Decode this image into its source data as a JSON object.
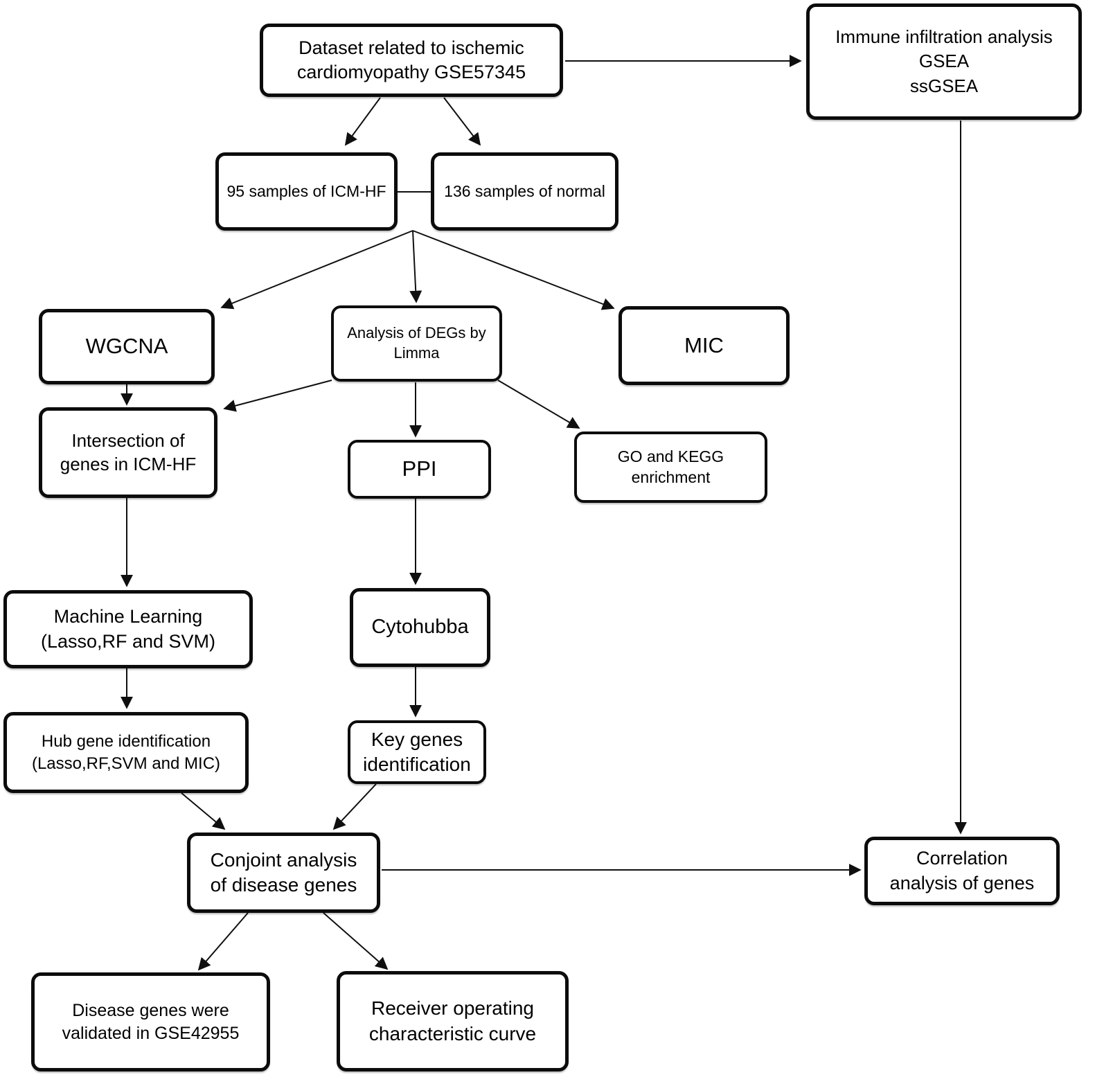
{
  "diagram_type": "flowchart",
  "colors": {
    "background": "#ffffff",
    "box_border": "#0c0c0c",
    "box_fill": "#ffffff",
    "text": "#000000",
    "arrow": "#0f0f0f"
  },
  "nodes": {
    "dataset": {
      "label": "Dataset related to ischemic\ncardiomyopathy GSE57345"
    },
    "immune": {
      "label": "Immune infiltration analysis\nGSEA\nssGSEA"
    },
    "icm_samples": {
      "label": "95 samples of ICM-HF"
    },
    "normal_samples": {
      "label": "136 samples of normal"
    },
    "wgcna": {
      "label": "WGCNA"
    },
    "degs": {
      "label": "Analysis of DEGs by\nLimma"
    },
    "mic": {
      "label": "MIC"
    },
    "intersection": {
      "label": "Intersection of\ngenes in ICM-HF"
    },
    "ppi": {
      "label": "PPI"
    },
    "go_kegg": {
      "label": "GO and KEGG\nenrichment"
    },
    "machine_learning": {
      "label": "Machine Learning\n(Lasso,RF and SVM)"
    },
    "cytohubba": {
      "label": "Cytohubba"
    },
    "hub_gene": {
      "label": "Hub gene identification\n(Lasso,RF,SVM and MIC)"
    },
    "key_genes": {
      "label": "Key genes\nidentification"
    },
    "conjoint": {
      "label": "Conjoint analysis\nof disease genes"
    },
    "correlation": {
      "label": "Correlation\nanalysis of genes"
    },
    "validated": {
      "label": "Disease genes were\nvalidated in GSE42955"
    },
    "roc": {
      "label": "Receiver operating\ncharacteristic curve"
    }
  },
  "edges": [
    {
      "from": "dataset",
      "to": "immune",
      "arrow": true
    },
    {
      "from": "dataset",
      "to": "icm_samples",
      "arrow": true
    },
    {
      "from": "dataset",
      "to": "normal_samples",
      "arrow": true
    },
    {
      "from": "icm_samples",
      "to": "normal_samples",
      "arrow": false
    },
    {
      "from": "samples_junction",
      "to": "wgcna",
      "arrow": true
    },
    {
      "from": "samples_junction",
      "to": "degs",
      "arrow": true
    },
    {
      "from": "samples_junction",
      "to": "mic",
      "arrow": true
    },
    {
      "from": "wgcna",
      "to": "intersection",
      "arrow": true
    },
    {
      "from": "degs",
      "to": "intersection",
      "arrow": true
    },
    {
      "from": "degs",
      "to": "ppi",
      "arrow": true
    },
    {
      "from": "degs",
      "to": "go_kegg",
      "arrow": true
    },
    {
      "from": "intersection",
      "to": "machine_learning",
      "arrow": true
    },
    {
      "from": "ppi",
      "to": "cytohubba",
      "arrow": true
    },
    {
      "from": "machine_learning",
      "to": "hub_gene",
      "arrow": true
    },
    {
      "from": "cytohubba",
      "to": "key_genes",
      "arrow": true
    },
    {
      "from": "hub_gene",
      "to": "conjoint",
      "arrow": true
    },
    {
      "from": "key_genes",
      "to": "conjoint",
      "arrow": true
    },
    {
      "from": "conjoint",
      "to": "correlation",
      "arrow": true
    },
    {
      "from": "immune",
      "to": "correlation",
      "arrow": true
    },
    {
      "from": "conjoint",
      "to": "validated",
      "arrow": true
    },
    {
      "from": "conjoint",
      "to": "roc",
      "arrow": true
    }
  ]
}
